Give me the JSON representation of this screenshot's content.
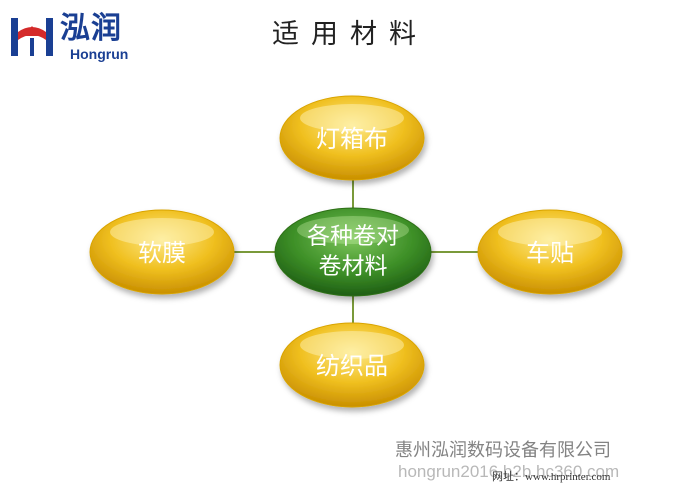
{
  "header": {
    "logo_cn": "泓润",
    "logo_en": "Hongrun",
    "title": "适用材料"
  },
  "diagram": {
    "center": {
      "line1": "各种卷对",
      "line2": "卷材料"
    },
    "nodes": {
      "top": "灯箱布",
      "left": "软膜",
      "right": "车贴",
      "bottom": "纺织品"
    },
    "colors": {
      "node_fill": "#e5b10a",
      "node_highlight": "#fbe37a",
      "center_fill": "#3d8f27",
      "connector": "#7a9a3a"
    }
  },
  "footer": {
    "company": "惠州泓润数码设备有限公司",
    "site": "hongrun2016.b2b.hc360.com",
    "web": "网址：www.hrprinter.com"
  }
}
